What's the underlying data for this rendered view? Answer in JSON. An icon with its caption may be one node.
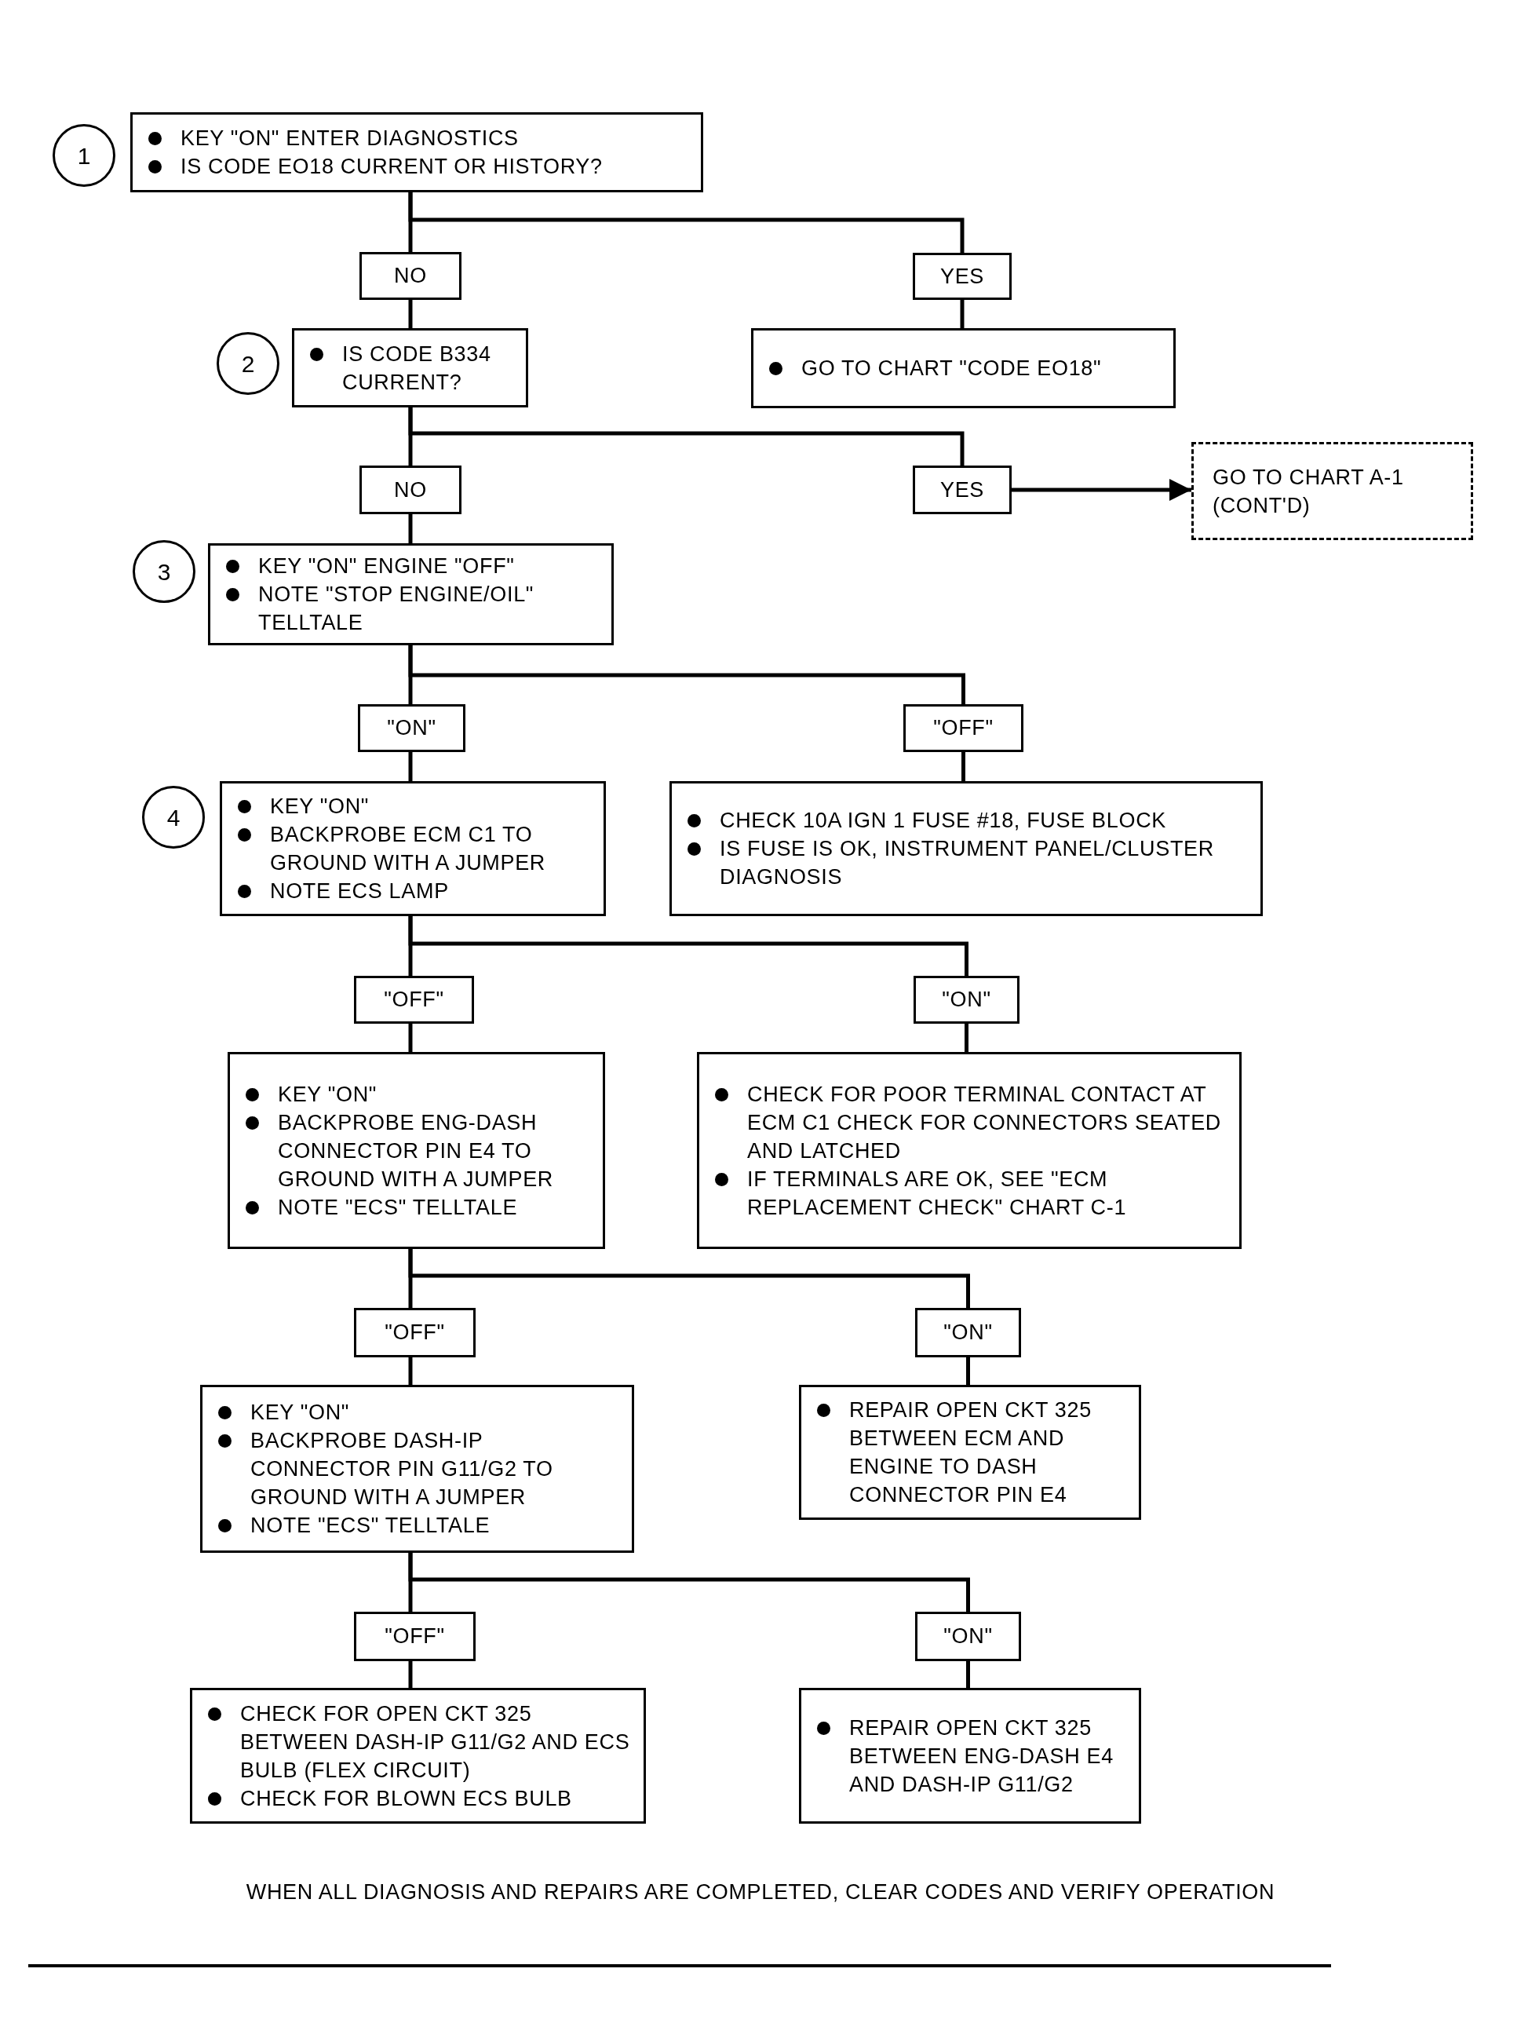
{
  "diagram": {
    "nodes": [
      {
        "text": [
          "1"
        ]
      },
      {
        "text": [
          "KEY \"ON\" ENTER DIAGNOSTICS",
          "IS CODE EO18 CURRENT OR HISTORY?"
        ]
      },
      {
        "text": [
          "NO"
        ]
      },
      {
        "text": [
          "YES"
        ]
      },
      {
        "text": [
          "2"
        ]
      },
      {
        "text": [
          "IS CODE B334 CURRENT?"
        ]
      },
      {
        "text": [
          "GO TO CHART \"CODE EO18\""
        ]
      },
      {
        "text": [
          "NO"
        ]
      },
      {
        "text": [
          "YES"
        ]
      },
      {
        "text": [
          "GO TO CHART A-1 (CONT'D)"
        ]
      },
      {
        "text": [
          "3"
        ]
      },
      {
        "text": [
          "KEY \"ON\" ENGINE \"OFF\"",
          "NOTE \"STOP ENGINE/OIL\" TELLTALE"
        ]
      },
      {
        "text": [
          "\"ON\""
        ]
      },
      {
        "text": [
          "\"OFF\""
        ]
      },
      {
        "text": [
          "4"
        ]
      },
      {
        "text": [
          "KEY \"ON\"",
          "BACKPROBE ECM C1 TO GROUND WITH A JUMPER",
          "NOTE ECS LAMP"
        ]
      },
      {
        "text": [
          "CHECK 10A IGN 1 FUSE #18, FUSE BLOCK",
          "IS FUSE IS OK, INSTRUMENT PANEL/CLUSTER DIAGNOSIS"
        ]
      },
      {
        "text": [
          "\"OFF\""
        ]
      },
      {
        "text": [
          "\"ON\""
        ]
      },
      {
        "text": [
          "KEY \"ON\"",
          "BACKPROBE ENG-DASH CONNECTOR PIN E4 TO GROUND WITH A JUMPER",
          "NOTE \"ECS\" TELLTALE"
        ]
      },
      {
        "text": [
          "CHECK FOR POOR TERMINAL CONTACT AT ECM C1 CHECK FOR CONNECTORS SEATED AND LATCHED",
          "IF TERMINALS ARE OK, SEE \"ECM REPLACEMENT CHECK\" CHART C-1"
        ]
      },
      {
        "text": [
          "\"OFF\""
        ]
      },
      {
        "text": [
          "\"ON\""
        ]
      },
      {
        "text": [
          "KEY \"ON\"",
          "BACKPROBE DASH-IP CONNECTOR PIN G11/G2 TO GROUND WITH A JUMPER",
          "NOTE \"ECS\" TELLTALE"
        ]
      },
      {
        "text": [
          "REPAIR OPEN CKT 325 BETWEEN ECM AND ENGINE TO DASH CONNECTOR PIN E4"
        ]
      },
      {
        "text": [
          "\"OFF\""
        ]
      },
      {
        "text": [
          "\"ON\""
        ]
      },
      {
        "text": [
          "CHECK FOR OPEN CKT 325 BETWEEN DASH-IP G11/G2 AND ECS BULB (FLEX CIRCUIT)",
          "CHECK FOR BLOWN ECS BULB"
        ]
      },
      {
        "text": [
          "REPAIR OPEN CKT 325 BETWEEN ENG-DASH E4 AND DASH-IP G11/G2"
        ]
      }
    ],
    "edges": [
      {
        "from": 1,
        "to": 2,
        "arrow": "none"
      },
      {
        "from": 1,
        "to": 3,
        "arrow": "none"
      },
      {
        "from": 2,
        "to": 5,
        "arrow": "none"
      },
      {
        "from": 3,
        "to": 6,
        "arrow": "none"
      },
      {
        "from": 5,
        "to": 7,
        "arrow": "none"
      },
      {
        "from": 5,
        "to": 8,
        "arrow": "none"
      },
      {
        "from": 8,
        "to": 9,
        "arrow": "to"
      },
      {
        "from": 7,
        "to": 11,
        "arrow": "none"
      },
      {
        "from": 11,
        "to": 12,
        "arrow": "none"
      },
      {
        "from": 11,
        "to": 13,
        "arrow": "none"
      },
      {
        "from": 12,
        "to": 15,
        "arrow": "none"
      },
      {
        "from": 13,
        "to": 16,
        "arrow": "none"
      },
      {
        "from": 15,
        "to": 17,
        "arrow": "none"
      },
      {
        "from": 15,
        "to": 18,
        "arrow": "none"
      },
      {
        "from": 17,
        "to": 19,
        "arrow": "none"
      },
      {
        "from": 18,
        "to": 20,
        "arrow": "none"
      },
      {
        "from": 19,
        "to": 21,
        "arrow": "none"
      },
      {
        "from": 19,
        "to": 22,
        "arrow": "none"
      },
      {
        "from": 21,
        "to": 23,
        "arrow": "none"
      },
      {
        "from": 22,
        "to": 24,
        "arrow": "none"
      },
      {
        "from": 23,
        "to": 25,
        "arrow": "none"
      },
      {
        "from": 23,
        "to": 26,
        "arrow": "none"
      },
      {
        "from": 25,
        "to": 27,
        "arrow": "none"
      },
      {
        "from": 26,
        "to": 28,
        "arrow": "none"
      }
    ],
    "labels": [
      "WHEN ALL DIAGNOSIS AND REPAIRS ARE COMPLETED, CLEAR CODES AND VERIFY OPERATION"
    ]
  }
}
